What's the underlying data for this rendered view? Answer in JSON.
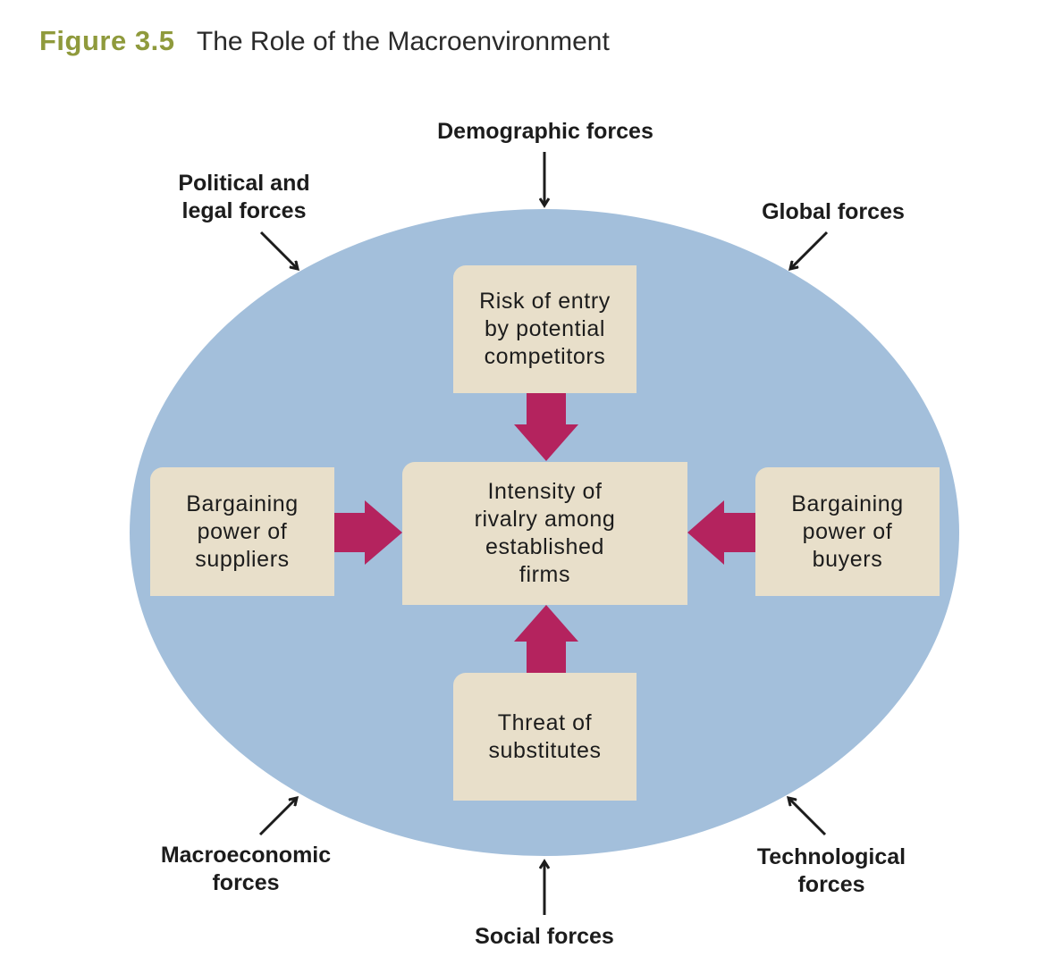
{
  "figure": {
    "number": "Figure 3.5",
    "title": "The Role of the Macroenvironment"
  },
  "colors": {
    "figure_number": "#8f9a3c",
    "ellipse": "#a3bfdb",
    "box": "#e8dfca",
    "arrow": "#b4235e"
  },
  "forces": {
    "demographic": "Demographic forces",
    "political_line1": "Political and",
    "political_line2": "legal forces",
    "global": "Global forces",
    "macroeconomic_line1": "Macroeconomic",
    "macroeconomic_line2": "forces",
    "technological_line1": "Technological",
    "technological_line2": "forces",
    "social": "Social forces"
  },
  "boxes": {
    "entry": [
      "Risk of entry",
      "by potential",
      "competitors"
    ],
    "rivalry": [
      "Intensity of",
      "rivalry among",
      "established",
      "firms"
    ],
    "suppliers": [
      "Bargaining",
      "power of",
      "suppliers"
    ],
    "buyers": [
      "Bargaining",
      "power of",
      "buyers"
    ],
    "substitutes": [
      "Threat of",
      "substitutes"
    ]
  }
}
